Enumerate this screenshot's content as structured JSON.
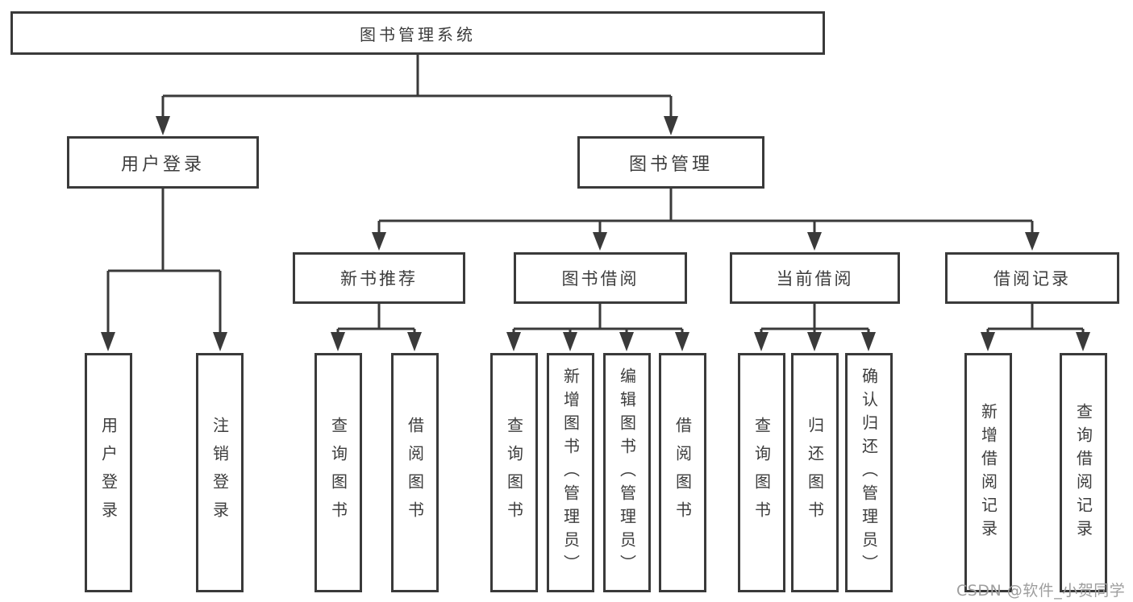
{
  "colors": {
    "line": "#3a3a3a",
    "text": "#3d3d3d",
    "box_background": "#ffffff",
    "page_background": "#ffffff",
    "watermark": "#9e9e9e"
  },
  "diagram": {
    "root": {
      "label": "图书管理系统"
    },
    "level1": [
      {
        "label": "用户登录"
      },
      {
        "label": "图书管理"
      }
    ],
    "level2": [
      {
        "label": "新书推荐",
        "parent": "图书管理"
      },
      {
        "label": "图书借阅",
        "parent": "图书管理"
      },
      {
        "label": "当前借阅",
        "parent": "图书管理"
      },
      {
        "label": "借阅记录",
        "parent": "图书管理"
      }
    ],
    "leaves": [
      {
        "label": "用户登录",
        "parent": "用户登录"
      },
      {
        "label": "注销登录",
        "parent": "用户登录"
      },
      {
        "label": "查询图书",
        "parent": "新书推荐"
      },
      {
        "label": "借阅图书",
        "parent": "新书推荐"
      },
      {
        "label": "查询图书",
        "parent": "图书借阅"
      },
      {
        "label": "新增图书（管理员）",
        "parent": "图书借阅"
      },
      {
        "label": "编辑图书（管理员）",
        "parent": "图书借阅"
      },
      {
        "label": "借阅图书",
        "parent": "图书借阅"
      },
      {
        "label": "查询图书",
        "parent": "当前借阅"
      },
      {
        "label": "归还图书",
        "parent": "当前借阅"
      },
      {
        "label": "确认归还（管理员）",
        "parent": "当前借阅"
      },
      {
        "label": "新增借阅记录",
        "parent": "借阅记录"
      },
      {
        "label": "查询借阅记录",
        "parent": "借阅记录"
      }
    ]
  },
  "watermark": {
    "text": "CSDN @软件_小贺同学"
  }
}
